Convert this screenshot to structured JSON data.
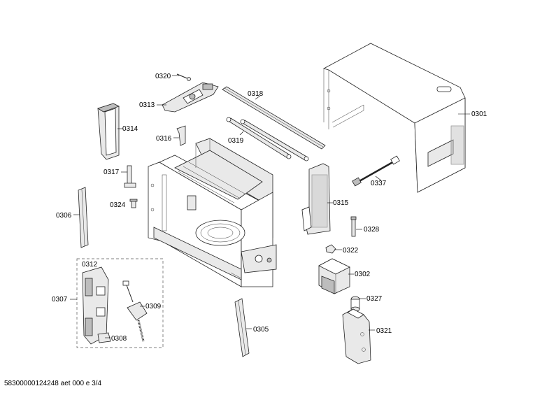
{
  "footer_text": "58300000124248 aet 000 e 3/4",
  "labels": {
    "p0320": "0320",
    "p0313": "0313",
    "p0318": "0318",
    "p0301": "0301",
    "p0314": "0314",
    "p0316": "0316",
    "p0319": "0319",
    "p0317": "0317",
    "p0337": "0337",
    "p0324": "0324",
    "p0315": "0315",
    "p0306": "0306",
    "p0328": "0328",
    "p0322": "0322",
    "p0312": "0312",
    "p0302": "0302",
    "p0307": "0307",
    "p0309": "0309",
    "p0327": "0327",
    "p0305": "0305",
    "p0321": "0321",
    "p0308": "0308"
  }
}
